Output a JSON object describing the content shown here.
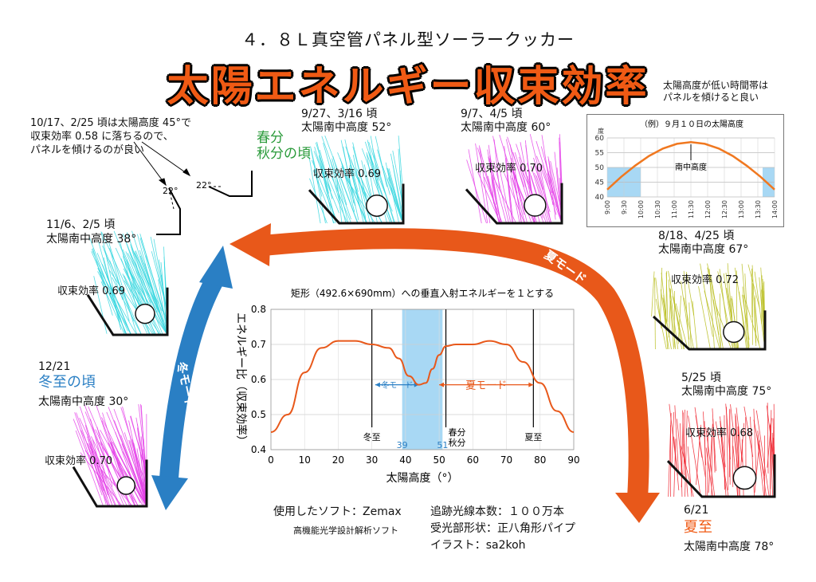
{
  "header": {
    "subtitle": "４．８Ｌ真空管パネル型ソーラークッカー",
    "title": "太陽エネルギー収束効率"
  },
  "note_left": {
    "lines": [
      "10/17、2/25 頃は太陽高度 45°で",
      "収束効率 0.58 に落ちるので、",
      "パネルを傾けるのが良い"
    ],
    "angle_a": "22°",
    "angle_b": "22°"
  },
  "cases": [
    {
      "id": "nov",
      "date": "11/6、2/5 頃",
      "altitude": "太陽南中高度 38°",
      "efficiency": "収束効率 0.69",
      "color": "#37d7e0"
    },
    {
      "id": "sep",
      "date": "9/27、3/16 頃",
      "altitude": "太陽南中高度 52°",
      "efficiency": "収束効率 0.69",
      "color": "#37d7e0"
    },
    {
      "id": "apr",
      "date": "9/7、4/5 頃",
      "altitude": "太陽南中高度 60°",
      "efficiency": "収束効率 0.70",
      "color": "#e43fe8"
    },
    {
      "id": "aug",
      "date": "8/18、4/25 頃",
      "altitude": "太陽南中高度 67°",
      "efficiency": "収束効率 0.72",
      "color": "#b8bd1c"
    },
    {
      "id": "may",
      "date": "5/25 頃",
      "altitude": "太陽南中高度 75°",
      "efficiency": "収束効率 0.68",
      "color": "#ef1f2a"
    },
    {
      "id": "dec",
      "date": "12/21",
      "altitude": "太陽南中高度 30°",
      "efficiency": "収束効率 0.70",
      "color": "#e43fe8"
    }
  ],
  "season_labels": {
    "equinox": [
      "春分",
      "秋分の頃"
    ],
    "winter_solstice": "冬至の頃",
    "summer_date": "6/21",
    "summer_solstice": "夏至",
    "summer_altitude": "太陽南中高度 78°"
  },
  "modes": {
    "winter": "冬モード",
    "summer": "夏モード"
  },
  "inset": {
    "note": [
      "太陽高度が低い時間帯は",
      "パネルを傾けると良い"
    ],
    "title": "（例）９月１０日の太陽高度",
    "unit": "度",
    "peak_label": "南中高度",
    "y_ticks": [
      "60",
      "55",
      "50",
      "45",
      "40"
    ],
    "x_ticks": [
      "9:00",
      "9:30",
      "10:00",
      "10:30",
      "11:00",
      "11:30",
      "12:00",
      "12:30",
      "13:00",
      "13:30",
      "14:00"
    ],
    "y_range": [
      40,
      60
    ],
    "altitude_curve": [
      42.5,
      46.8,
      50.6,
      53.9,
      56.4,
      58.0,
      58.6,
      58.0,
      56.4,
      53.9,
      50.6,
      46.8,
      42.5
    ],
    "shaded_below": 50,
    "colors": {
      "curve": "#f07820",
      "shade": "#a8d8f4"
    }
  },
  "footer": {
    "software": "使用したソフト：Zemax",
    "software_desc": "高機能光学設計解析ソフト",
    "rays": "追跡光線本数：１００万本",
    "receiver": "受光部形状：正八角形パイプ",
    "illust": "イラスト：sa2koh"
  },
  "chart_data": {
    "type": "line",
    "title": "矩形（492.6×690mm）への垂直入射エネルギーを１とする",
    "xlabel": "太陽高度（°）",
    "ylabel": "エネルギー比（収束効率）",
    "xlim": [
      0,
      90
    ],
    "ylim": [
      0.4,
      0.8
    ],
    "x_ticks": [
      "0",
      "10",
      "20",
      "30",
      "40",
      "50",
      "60",
      "70",
      "80",
      "90"
    ],
    "y_ticks": [
      "0.4",
      "0.5",
      "0.6",
      "0.7",
      "0.8"
    ],
    "grid": true,
    "series": [
      {
        "x": [
          0,
          5,
          10,
          15,
          20,
          25,
          30,
          35,
          38,
          41,
          44,
          46,
          48,
          50,
          52,
          55,
          60,
          65,
          70,
          75,
          80,
          85,
          90
        ],
        "y": [
          0.45,
          0.5,
          0.62,
          0.69,
          0.71,
          0.71,
          0.7,
          0.69,
          0.66,
          0.61,
          0.585,
          0.59,
          0.63,
          0.67,
          0.695,
          0.7,
          0.7,
          0.71,
          0.7,
          0.65,
          0.59,
          0.51,
          0.45
        ],
        "color": "#e8581a"
      }
    ],
    "shaded_band": {
      "from": 39,
      "to": 51,
      "color": "#a8d8f4"
    },
    "band_labels": [
      "39",
      "51"
    ],
    "vlines": [
      {
        "x": 30,
        "label": "冬至"
      },
      {
        "x": 52,
        "label": "春分\n秋分"
      },
      {
        "x": 78,
        "label": "夏至"
      }
    ],
    "mode_arrows": {
      "winter": "冬モード",
      "summer": "夏モード"
    }
  }
}
